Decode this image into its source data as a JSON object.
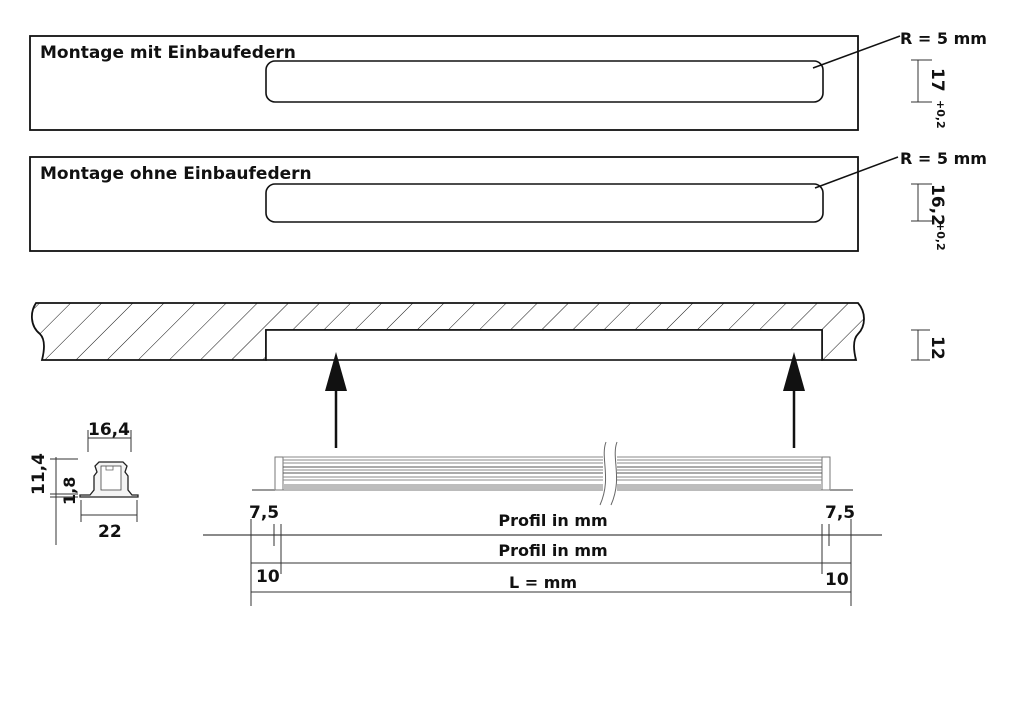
{
  "colors": {
    "ink": "#111111",
    "profile_gray": "#8a8a8a",
    "background": "#ffffff"
  },
  "cutout_with_springs": {
    "title": "Montage mit Einbaufedern",
    "radius_label": "R = 5 mm",
    "height_value": "17",
    "height_tolerance": "+0,2"
  },
  "cutout_without_springs": {
    "title": "Montage ohne Einbaufedern",
    "radius_label": "R = 5 mm",
    "height_value": "16,2",
    "height_tolerance": "+0,2"
  },
  "section_view": {
    "depth_value": "12"
  },
  "profile_cross_section": {
    "width_top": "16,4",
    "width_bottom": "22",
    "height_total": "11,4",
    "flange_height": "1,8"
  },
  "length_dimensions": {
    "left_offset_top": "7,5",
    "right_offset_top": "7,5",
    "left_offset_bottom": "10",
    "right_offset_bottom": "10",
    "profile_row_1": "Profil in mm",
    "profile_row_2": "Profil in mm",
    "total_length": "L = mm"
  }
}
